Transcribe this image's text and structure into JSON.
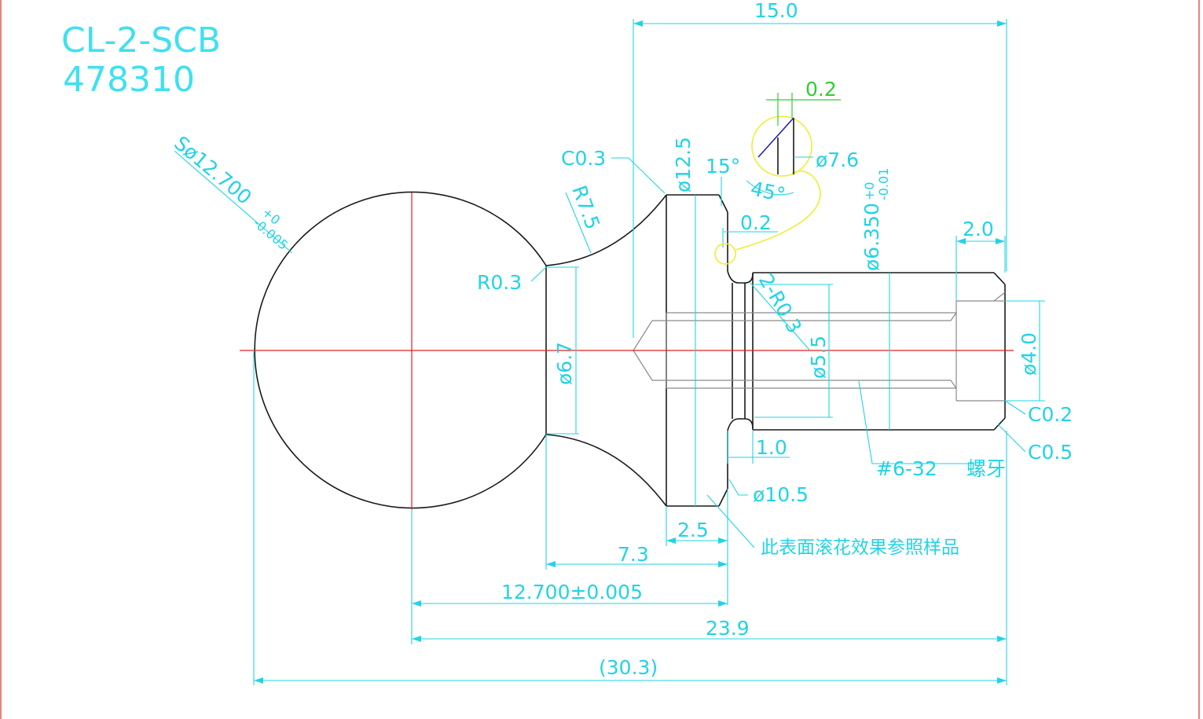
{
  "title": {
    "part_number": "CL-2-SCB",
    "code": "478310"
  },
  "dimensions": {
    "overall_top": "15.0",
    "groove_detail_width": "0.2",
    "detail_diameter": "ø7.6",
    "detail_angle": "45°",
    "chamfer_top": "C0.3",
    "flange_diameter": "ø12.5",
    "angle_15": "15°",
    "radius_neck": "R7.5",
    "groove_width": "0.2",
    "shank_diameter": "ø6.350",
    "shank_tol_upper": "+0",
    "shank_tol_lower": "-0.01",
    "end_step": "2.0",
    "radius_small": "R0.3",
    "sphere_label": "Sø12.700",
    "sphere_tol_upper": "+0",
    "sphere_tol_lower": "-0.005",
    "neck_diameter": "ø6.7",
    "groove_radius": "2-R0.3",
    "thread_minor": "ø5.5",
    "pilot_diameter": "ø4.0",
    "chamfer_c02": "C0.2",
    "chamfer_c05": "C0.5",
    "groove_len": "1.0",
    "thread_spec": "#6-32",
    "thread_word": "螺牙",
    "groove_diameter": "ø10.5",
    "flange_width": "2.5",
    "neck_len": "7.3",
    "sphere_to_face": "12.700±0.005",
    "center_to_end": "23.9",
    "overall_ref": "(30.3)",
    "knurl_note": "此表面滚花效果参照样品"
  }
}
